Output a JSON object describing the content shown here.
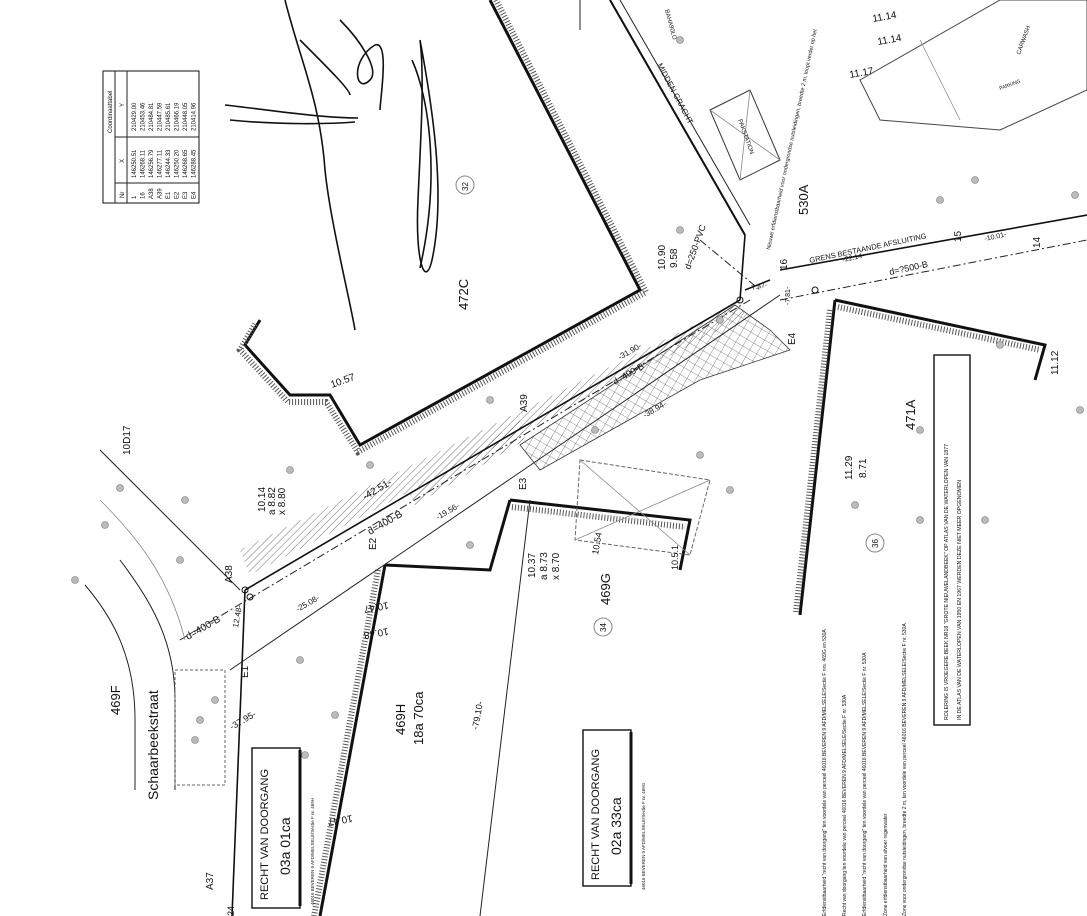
{
  "coord_table": {
    "header_title": "Coordinaattabel",
    "col_nr": "Nr",
    "col_x": "X",
    "col_y": "Y",
    "rows": [
      {
        "nr": "1",
        "x": "146250.51",
        "y": "210429.00"
      },
      {
        "nr": "16",
        "x": "146268.11",
        "y": "210453.46"
      },
      {
        "nr": "A38",
        "x": "146256.79",
        "y": "210484.81"
      },
      {
        "nr": "A39",
        "x": "146277.11",
        "y": "210447.59"
      },
      {
        "nr": "E1",
        "x": "146244.33",
        "y": "210485.61"
      },
      {
        "nr": "E2",
        "x": "146250.20",
        "y": "210466.19"
      },
      {
        "nr": "E3",
        "x": "146268.65",
        "y": "210448.05"
      },
      {
        "nr": "E4",
        "x": "146288.45",
        "y": "210414.96"
      }
    ]
  },
  "parcels": {
    "p472C": "472C",
    "p530A": "530A",
    "p471A": "471A",
    "p469G": "469G",
    "p469H": "469H",
    "p469F": "469F",
    "p469H_area": "18a 70ca",
    "p10D17": "10D17",
    "n32": "32",
    "n34": "34",
    "n36": "36"
  },
  "street": {
    "name": "Schaarbeekstraat"
  },
  "labels": {
    "midden_gracht": "MIDDEN GRACHT",
    "grens": "GRENS BESTAANDE AFSLUITING",
    "pakstation": "PAKSTATION",
    "d400_a": "d=400-B",
    "d400_b": "d=400-B",
    "d250": "d=250-PVC",
    "d2500": "d=?500-B",
    "d400_c": "d=400-B",
    "bath": "BAHA90LO",
    "carwash": "CARWASH",
    "parking": "PARKING"
  },
  "points": {
    "A37": "A37",
    "A38": "A38",
    "A39": "A39",
    "E1": "E1",
    "E2": "E2",
    "E3": "E3",
    "E4": "E4",
    "n15": "15",
    "n16": "16",
    "n14": "14",
    "n24": "24"
  },
  "dimensions": {
    "d3190": "-31.90-",
    "d3894": "-38.94-",
    "d4251": "-42.51-",
    "d1956": "-19.56-",
    "d2508": "-25.08-",
    "d3795": "-37.95-",
    "d7910": "-79.10-",
    "d1248": "12.48-",
    "d2214": "-22.14-",
    "d747": "7.47-",
    "d781": "-7.81-",
    "d1001": "-10.01-",
    "e1014": "10.14",
    "e882": "a 8.82",
    "e880": "x 8.80",
    "e1037": "10.37",
    "e873": "a 8.73",
    "e870": "x 8.70",
    "e1090": "10.90",
    "e958": "9.58",
    "e1129": "11.29",
    "e871": "8.71",
    "e1112": "11.12",
    "e1057": "10.57",
    "e1047": "10.47",
    "e1048": "10.48",
    "e1047b": "10.47",
    "e1054": "10.54",
    "e1051": "10.5.1",
    "e1114": "11.14",
    "e1114b": "11.14",
    "e1117": "11.17"
  },
  "easement_boxes": [
    {
      "title": "RECHT VAN DOORGANG",
      "area": "03a 01ca",
      "sub": "46016 BEVEREN 9 AFD/MELSELE/Sectie F nr. 469H"
    },
    {
      "title": "RECHT VAN DOORGANG",
      "area": "02a 33ca",
      "sub": "46016 BEVEREN 9 AFD/MELSELE/Sectie F nr. 469G"
    }
  ],
  "note_box": {
    "line1": "ROLERING IS VROEGERE BEEK NR18 \"GROTE NIEUWELANDBEEK\" OP ATLAS VAN DE WATERLOPEN  VAN 1877",
    "line2": "IN DE ATLAS VAN DE WATERLOPEN VAN 1950 EN 1967 WERDEN DEZE NIET MEER OPGENOMEN"
  },
  "legend_lines": [
    "Erfdienstbaarheid \"recht van doorgang\" ten voordele van perceel 46016 BEVEREN 9 AFD/MELSELE/Sectie F nrs. 469G en 530A",
    "Recht van doorgang ten voordele van perceel 46016 BEVEREN 9 AFD/MELSELE/Sectie F nr. 530A",
    "Erfdienstbaarheid \"recht van doorgang\" ten voordele van perceel 46016 BEVEREN 9 AFD/MELSELE/Sectie F nr. 530A",
    "Zone erfdienstbaarheid van afvoer regenwater",
    "Zone voor ondergrondse nutsleidingen, breedte 2 m, ten voordele van perceel 46016 BEVEREN 9 AFD/MELSELE/Sectie F nr. 530A"
  ],
  "side_note": "Nieuwe erfdienstbaarheid voor ondergrondse nutsleidingen, breedte 2 m, loopt verder op het"
}
